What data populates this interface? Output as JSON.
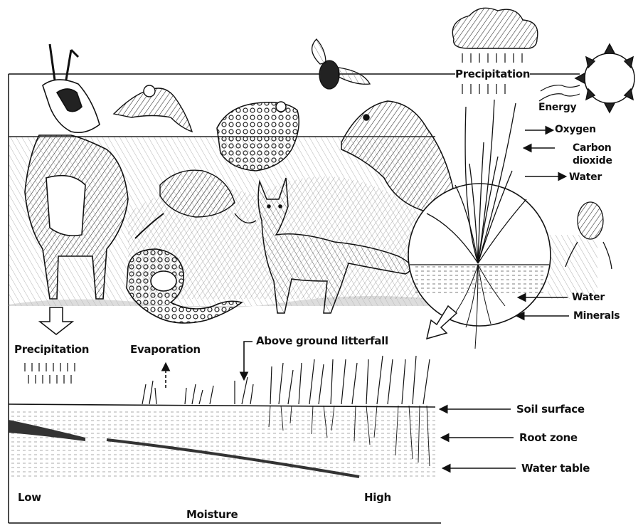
{
  "labels": {
    "precipitation_top": "Precipitation",
    "energy": "Energy",
    "oxygen": "Oxygen",
    "carbon_dioxide_line1": "Carbon",
    "carbon_dioxide_line2": "dioxide",
    "water_top": "Water",
    "water_bottom": "Water",
    "minerals": "Minerals",
    "precipitation_bottom": "Precipitation",
    "evaporation": "Evaporation",
    "above_ground_litterfall": "Above ground litterfall",
    "soil_surface": "Soil surface",
    "root_zone": "Root zone",
    "water_table": "Water table",
    "low": "Low",
    "high": "High",
    "moisture": "Moisture"
  },
  "illustration": {
    "animals": [
      "pronghorn",
      "bird",
      "insect",
      "toad",
      "prairie-dog",
      "kangaroo-rat",
      "coyote",
      "rattlesnake",
      "beetle"
    ],
    "colors": {
      "ink": "#111111",
      "background": "#ffffff",
      "ground": "#e9e9e9"
    }
  }
}
